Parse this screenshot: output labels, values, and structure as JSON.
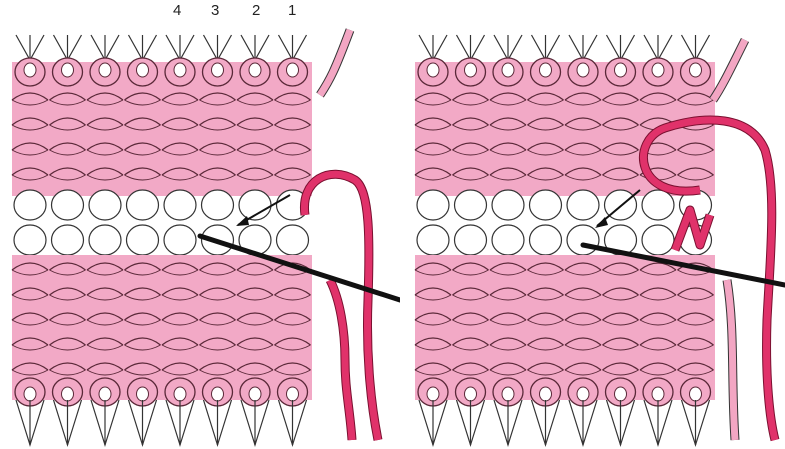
{
  "stitch_numbers": [
    "4",
    "3",
    "2",
    "1"
  ],
  "colors": {
    "knit_fill": "#f2a9c6",
    "knit_stroke": "#5a2838",
    "yarn_dark": "#e0326a",
    "yarn_light": "#f3a6c3",
    "needle": "#111111",
    "outline": "#333333"
  },
  "icons": [
    "tapestry-needle-icon",
    "arrow-icon"
  ]
}
